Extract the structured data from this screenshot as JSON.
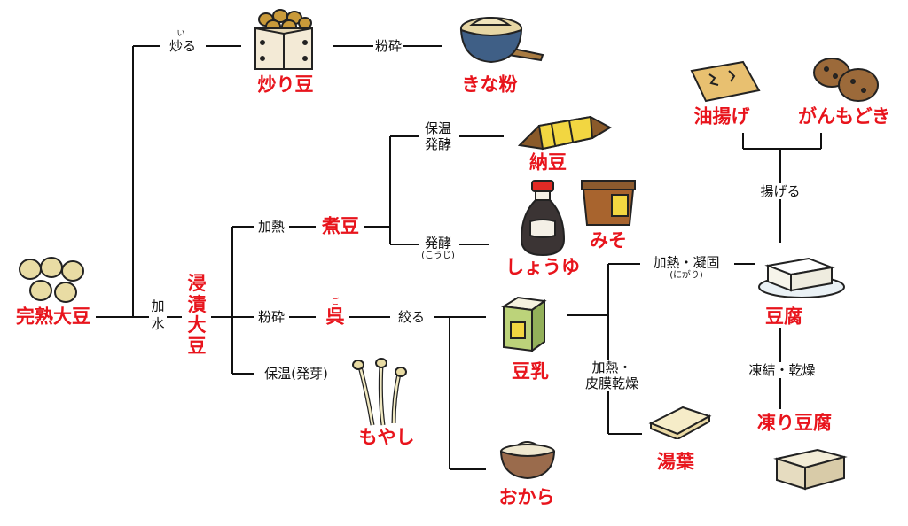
{
  "products": {
    "kanjuku_daizu": "完熟大豆",
    "shinseki_daizu_chars": [
      "浸",
      "漬",
      "大",
      "豆"
    ],
    "iri_mame": "炒り豆",
    "kinako": "きな粉",
    "nimame": "煮豆",
    "natto": "納豆",
    "shoyu": "しょうゆ",
    "miso": "みそ",
    "go": "呉",
    "go_ruby": "ご",
    "tonyu": "豆乳",
    "okara": "おから",
    "moyashi": "もやし",
    "tofu": "豆腐",
    "aburaage": "油揚げ",
    "ganmodoki": "がんもどき",
    "yuba": "湯葉",
    "koori_tofu": "凍り豆腐"
  },
  "processes": {
    "iru": "炒る",
    "iru_ruby": "い",
    "kasui_chars": [
      "加",
      "水"
    ],
    "funsai_1": "粉砕",
    "kanetsu": "加熱",
    "funsai_2": "粉砕",
    "hoon_hatsuga": "保温(発芽)",
    "hoon_line1": "保温",
    "hoon_line2": "発酵",
    "hakkou": "発酵",
    "hakkou_note": "(こうじ)",
    "shiboru": "絞る",
    "kanetsu_gyouko": "加熱・凝固",
    "kanetsu_gyouko_note": "(にがり)",
    "kanetsu_hifuku_line1": "加熱・",
    "kanetsu_hifuku_line2": "皮膜乾燥",
    "ageru": "揚げる",
    "touketsu_kansou": "凍結・乾燥"
  },
  "colors": {
    "product": "#e8141c",
    "process": "#111111",
    "line": "#111111"
  },
  "icons": [
    "soybeans-icon",
    "masu-beans-icon",
    "kinako-bowl-icon",
    "natto-icon",
    "soy-sauce-bottle-icon",
    "miso-container-icon",
    "tonyu-carton-icon",
    "okara-bowl-icon",
    "moyashi-sprouts-icon",
    "tofu-plate-icon",
    "aburaage-icon",
    "ganmodoki-icon",
    "yuba-icon",
    "koori-tofu-icon"
  ]
}
